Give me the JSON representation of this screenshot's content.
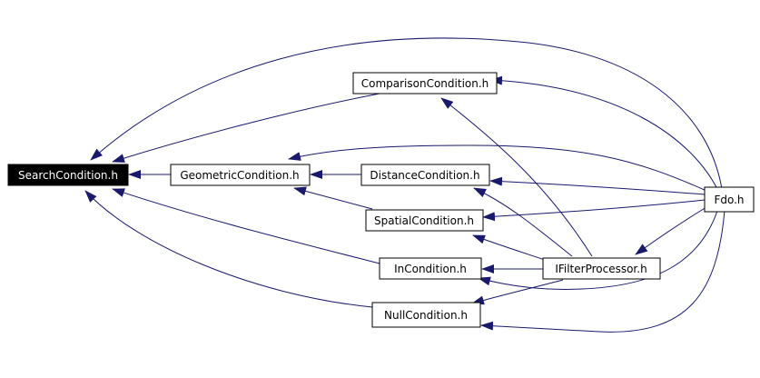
{
  "diagram": {
    "type": "include-dependency-graph",
    "colors": {
      "edge": "#191970",
      "node_border": "#000000",
      "node_fill": "#ffffff",
      "highlight_fill": "#000000",
      "highlight_text": "#ffffff",
      "text": "#000000"
    },
    "nodes": {
      "search": {
        "label": "SearchCondition.h",
        "highlight": true
      },
      "geometric": {
        "label": "GeometricCondition.h"
      },
      "comparison": {
        "label": "ComparisonCondition.h"
      },
      "distance": {
        "label": "DistanceCondition.h"
      },
      "spatial": {
        "label": "SpatialCondition.h"
      },
      "in": {
        "label": "InCondition.h"
      },
      "null": {
        "label": "NullCondition.h"
      },
      "ifilter": {
        "label": "IFilterProcessor.h"
      },
      "fdo": {
        "label": "Fdo.h"
      }
    },
    "edges": [
      {
        "from": "geometric",
        "to": "search"
      },
      {
        "from": "comparison",
        "to": "search"
      },
      {
        "from": "in",
        "to": "search"
      },
      {
        "from": "null",
        "to": "search"
      },
      {
        "from": "fdo",
        "to": "search"
      },
      {
        "from": "distance",
        "to": "geometric"
      },
      {
        "from": "spatial",
        "to": "geometric"
      },
      {
        "from": "fdo",
        "to": "geometric"
      },
      {
        "from": "ifilter",
        "to": "comparison"
      },
      {
        "from": "fdo",
        "to": "comparison"
      },
      {
        "from": "ifilter",
        "to": "distance"
      },
      {
        "from": "fdo",
        "to": "distance"
      },
      {
        "from": "ifilter",
        "to": "spatial"
      },
      {
        "from": "fdo",
        "to": "spatial"
      },
      {
        "from": "ifilter",
        "to": "in"
      },
      {
        "from": "fdo",
        "to": "in"
      },
      {
        "from": "ifilter",
        "to": "null"
      },
      {
        "from": "fdo",
        "to": "null"
      },
      {
        "from": "fdo",
        "to": "ifilter"
      }
    ]
  }
}
